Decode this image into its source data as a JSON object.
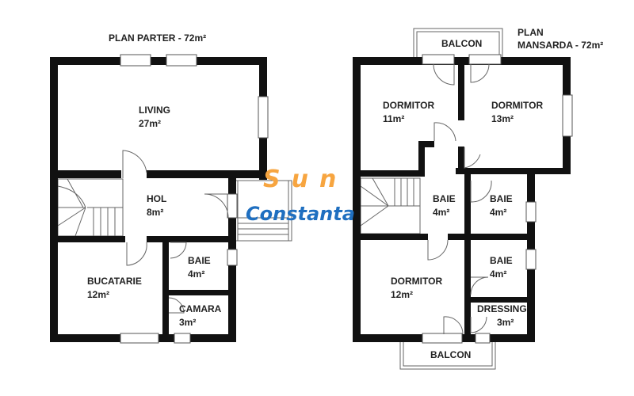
{
  "plans": {
    "ground": {
      "title": "PLAN PARTER - 72m²",
      "rooms": [
        {
          "name": "LIVING",
          "area": "27m²"
        },
        {
          "name": "HOL",
          "area": "8m²"
        },
        {
          "name": "BUCATARIE",
          "area": "12m²"
        },
        {
          "name": "BAIE",
          "area": "4m²"
        },
        {
          "name": "CAMARA",
          "area": "3m²"
        }
      ]
    },
    "attic": {
      "title_line1": "PLAN",
      "title_line2": "MANSARDA - 72m²",
      "rooms": [
        {
          "name": "DORMITOR",
          "area": "11m²"
        },
        {
          "name": "DORMITOR",
          "area": "13m²"
        },
        {
          "name": "BAIE",
          "area": "4m²"
        },
        {
          "name": "BAIE",
          "area": "4m²"
        },
        {
          "name": "DORMITOR",
          "area": "12m²"
        },
        {
          "name": "BAIE",
          "area": "4m²"
        },
        {
          "name": "DRESSING",
          "area": "3m²"
        },
        {
          "name": "BALCON",
          "area": ""
        },
        {
          "name": "BALCON",
          "area": ""
        }
      ]
    }
  },
  "watermark": {
    "line1": "Sun",
    "line2": "Constanta",
    "color1": "#f7a540",
    "color2": "#1f6fc0"
  }
}
